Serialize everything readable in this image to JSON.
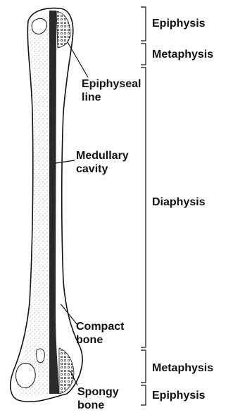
{
  "colors": {
    "ink": "#111111",
    "bone": "#ffffff",
    "cavity": "#2a2a2a"
  },
  "region_labels": {
    "epiphysis_top": "Epiphysis",
    "metaphysis_top": "Metaphysis",
    "diaphysis": "Diaphysis",
    "metaphysis_bottom": "Metaphysis",
    "epiphysis_bottom": "Epiphysis"
  },
  "callouts": {
    "epiphyseal_line": {
      "line1": "Epiphyseal",
      "line2": "line"
    },
    "medullary_cavity": {
      "line1": "Medullary",
      "line2": "cavity"
    },
    "compact_bone": {
      "line1": "Compact",
      "line2": "bone"
    },
    "spongy_bone": {
      "line1": "Spongy",
      "line2": "bone"
    }
  }
}
